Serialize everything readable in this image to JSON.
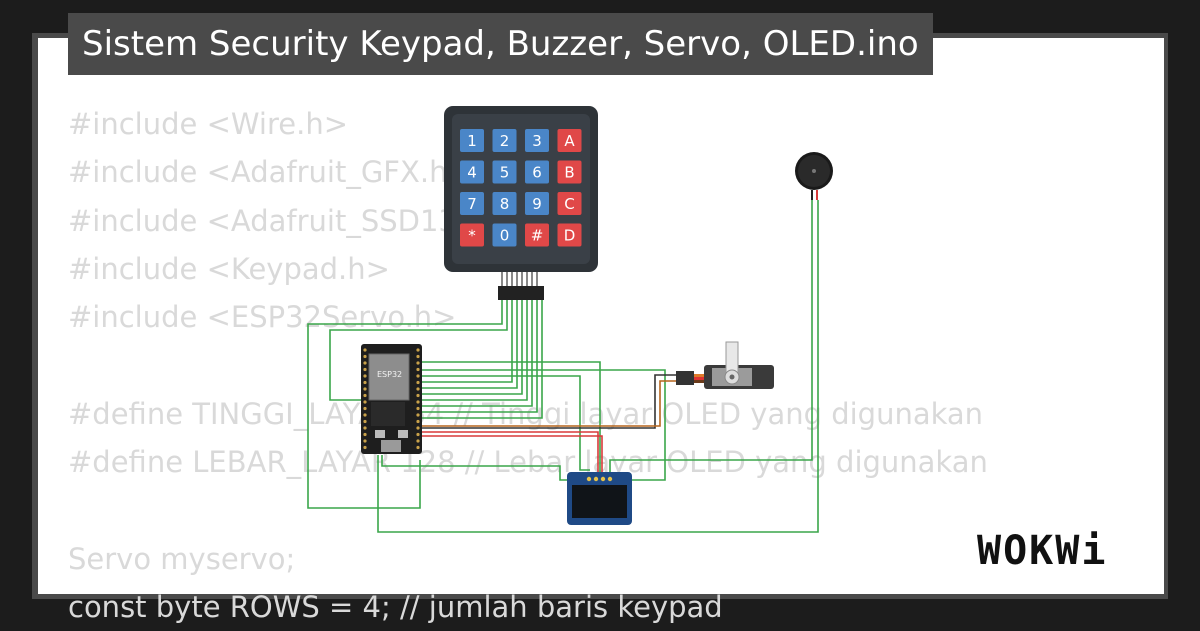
{
  "title": "Sistem Security Keypad, Buzzer, Servo, OLED.ino",
  "code_lines": [
    "#include <Wire.h>",
    "#include <Adafruit_GFX.h>",
    "#include <Adafruit_SSD1306.h>",
    "#include <Keypad.h>",
    "#include <ESP32Servo.h>",
    "",
    "#define TINGGI_LAYAR 64 // Tinggi layar OLED yang digunakan",
    "#define LEBAR_LAYAR 128 // Lebar layar OLED yang digunakan",
    "",
    "Servo myservo;",
    "const byte ROWS = 4; // jumlah baris keypad"
  ],
  "keypad": {
    "keys": [
      "1",
      "2",
      "3",
      "A",
      "4",
      "5",
      "6",
      "B",
      "7",
      "8",
      "9",
      "C",
      "*",
      "0",
      "#",
      "D"
    ],
    "digit_color": "#4a86c8",
    "letter_color": "#e04848"
  },
  "esp32_label": "ESP32",
  "logo_text": "WOKWi",
  "colors": {
    "wire": "#3aa64a",
    "wire_red": "#d83a3a",
    "wire_black": "#333333",
    "oled_blue": "#1f4a86"
  }
}
